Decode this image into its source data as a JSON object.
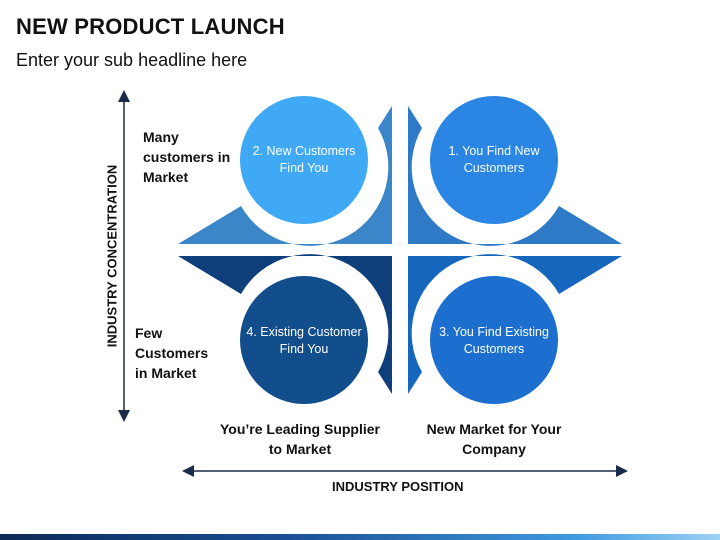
{
  "header": {
    "title": "NEW PRODUCT LAUNCH",
    "subtitle": "Enter your sub headline here"
  },
  "axes": {
    "y_label": "INDUSTRY CONCENTRATION",
    "x_label": "INDUSTRY POSITION"
  },
  "side_labels": {
    "top": "Many customers in Market",
    "bottom": "Few Customers in Market"
  },
  "bottom_labels": {
    "left": "You’re Leading Supplier to Market",
    "right": "New Market for Your Company"
  },
  "quadrants": [
    {
      "id": "top-left",
      "text": "2. New Customers Find You",
      "circle_color": "#3fa9f5",
      "shape_color": "#3a86c8"
    },
    {
      "id": "top-right",
      "text": "1. You Find New Customers",
      "circle_color": "#2b86e3",
      "shape_color": "#2f7ac6"
    },
    {
      "id": "bottom-left",
      "text": "4. Existing Customer Find You",
      "circle_color": "#134e8c",
      "shape_color": "#0f3f7a"
    },
    {
      "id": "bottom-right",
      "text": "3. You Find Existing Customers",
      "circle_color": "#1c6fce",
      "shape_color": "#1666bd"
    }
  ]
}
